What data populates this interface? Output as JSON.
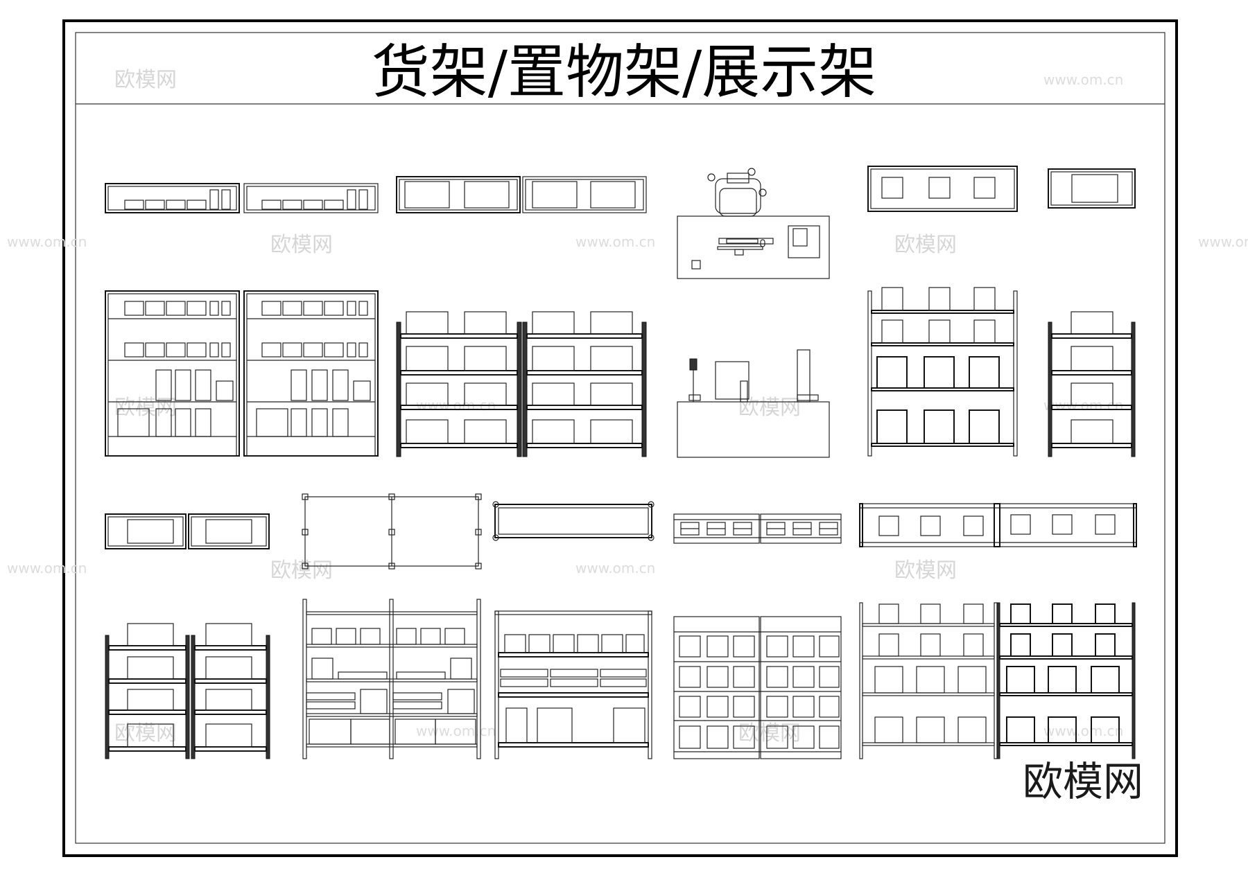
{
  "title": "货架/置物架/展示架",
  "watermark": {
    "logo": "欧模网",
    "url": "www.om.cn"
  }
}
